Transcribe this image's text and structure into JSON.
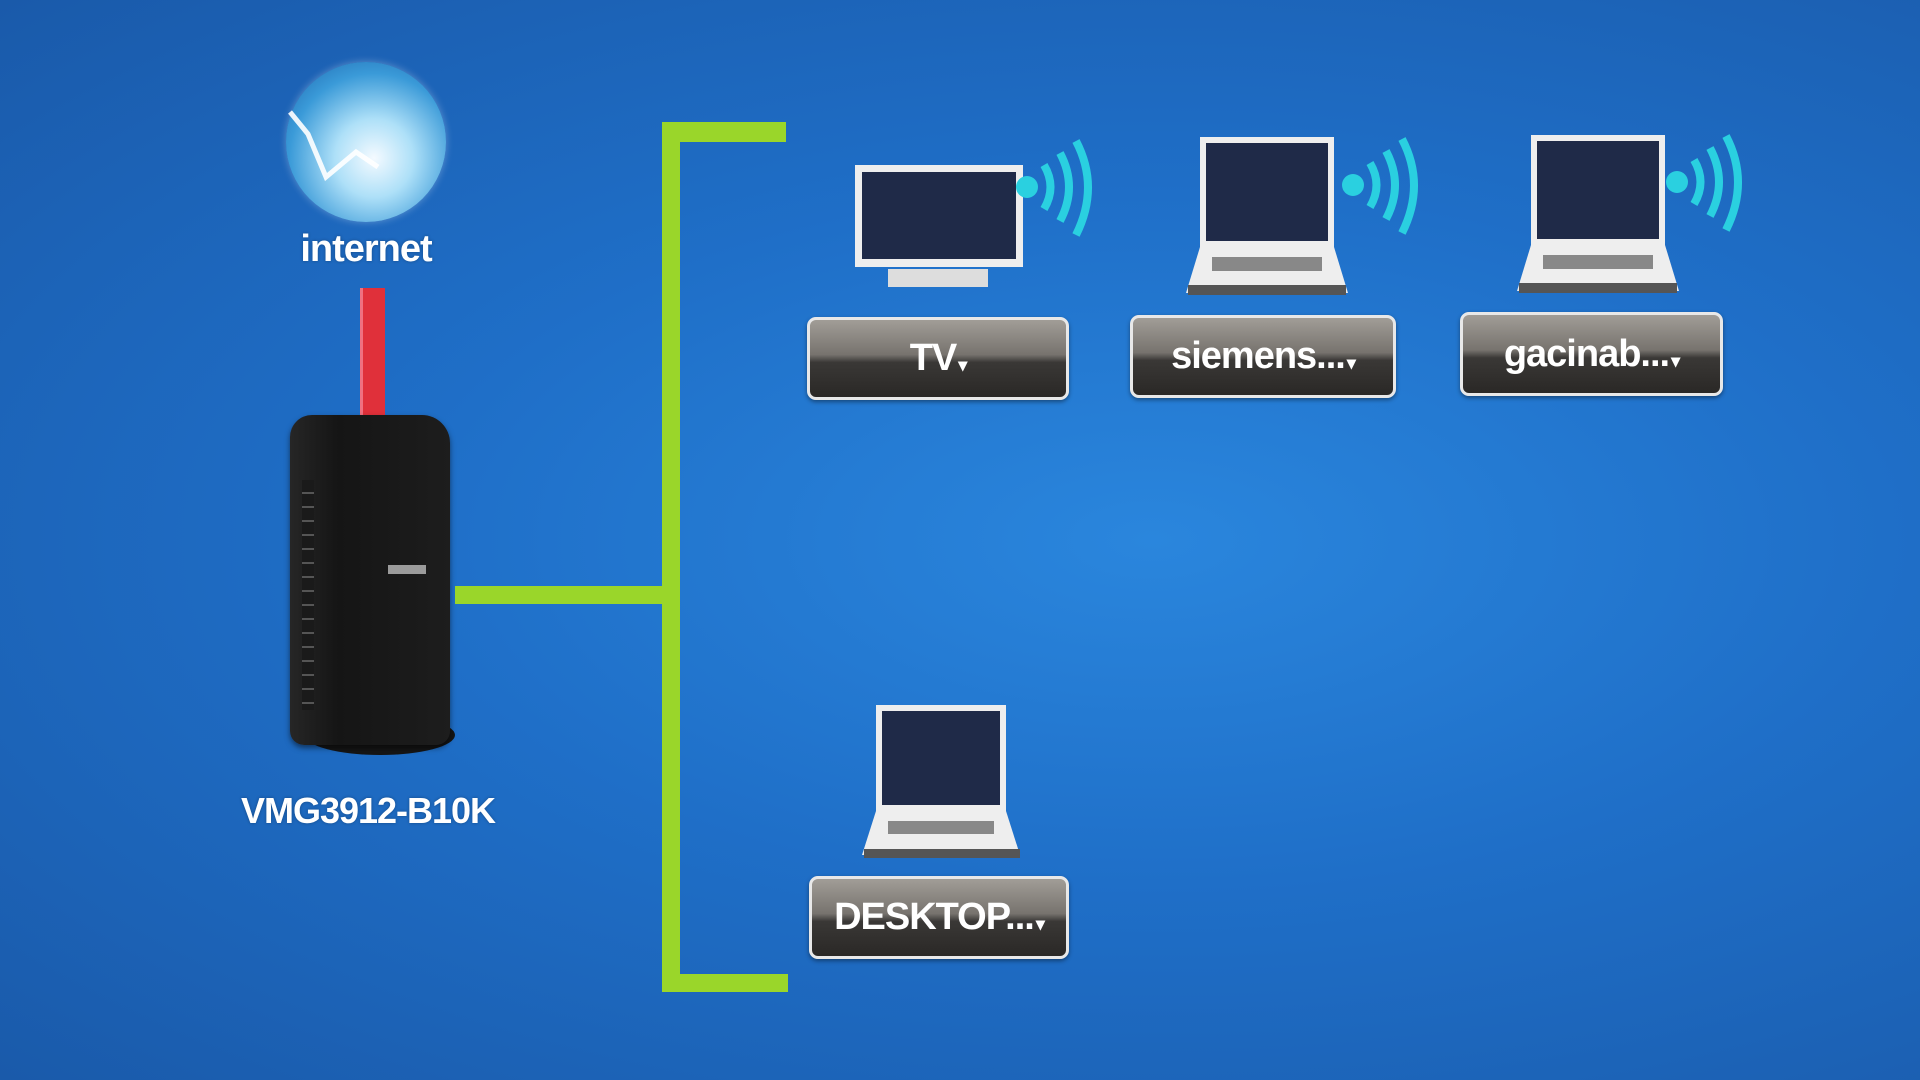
{
  "internet": {
    "label": "internet"
  },
  "router": {
    "model": "VMG3912-B10K"
  },
  "devices": [
    {
      "name": "TV",
      "type": "tv",
      "wireless": true
    },
    {
      "name": "siemens...",
      "type": "laptop",
      "wireless": true
    },
    {
      "name": "gacinab...",
      "type": "laptop",
      "wireless": true
    },
    {
      "name": "DESKTOP...",
      "type": "laptop",
      "wireless": false
    }
  ],
  "caret": "▾",
  "colors": {
    "wired": "#9ad62a",
    "wan": "#e0303a",
    "wifi": "#2ad0e0"
  }
}
